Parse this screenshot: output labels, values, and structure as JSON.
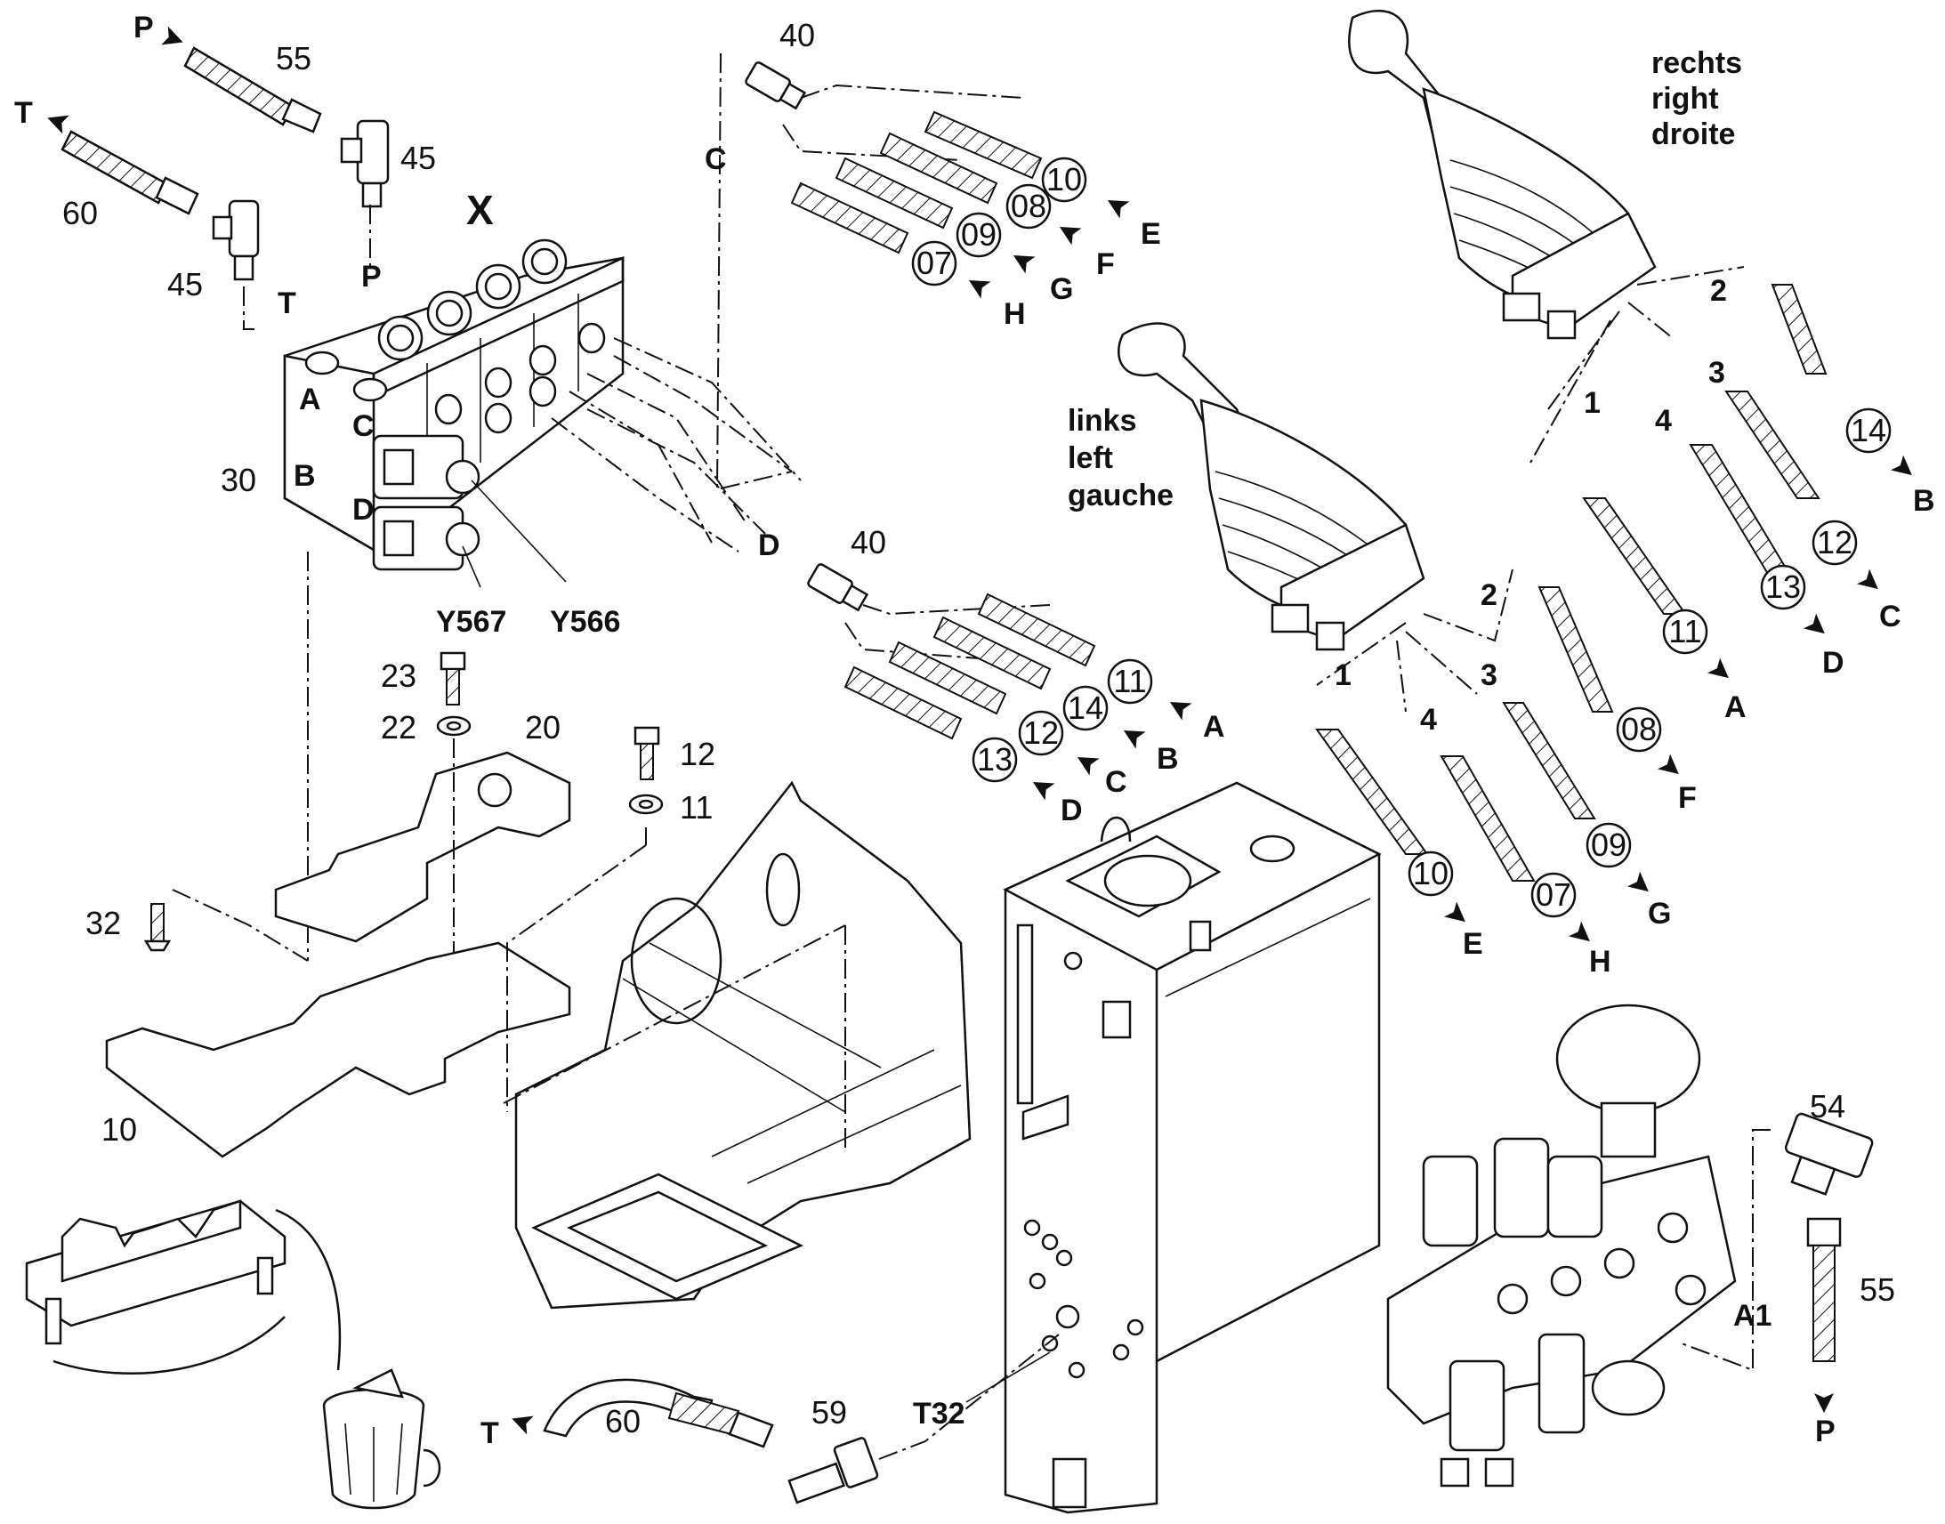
{
  "labels": {
    "X": "X",
    "P_top": "P",
    "T_top": "T",
    "n55_top": "55",
    "n45_a": "45",
    "n45_b": "45",
    "n60_top": "60",
    "T_valve": "T",
    "P_valve": "P",
    "A_port": "A",
    "B_port": "B",
    "C_port": "C",
    "D_port": "D",
    "n30": "30",
    "Y567": "Y567",
    "Y566": "Y566",
    "n40_top": "40",
    "C_line": "C",
    "D_line": "D",
    "n40_mid": "40",
    "n23": "23",
    "n22": "22",
    "n20": "20",
    "n12": "12",
    "n11": "11",
    "n32": "32",
    "n10": "10",
    "T_bottom": "T",
    "n60_bottom": "60",
    "n59": "59",
    "T32": "T32",
    "n54": "54",
    "n55_right": "55",
    "A1": "A1",
    "P_bottom": "P"
  },
  "side_labels": {
    "right": [
      "rechts",
      "right",
      "droite"
    ],
    "left": [
      "links",
      "left",
      "gauche"
    ]
  },
  "hose_circles": {
    "top_group": [
      "10",
      "08",
      "09",
      "07"
    ],
    "top_arrows": [
      "E",
      "F",
      "G",
      "H"
    ],
    "mid_group": [
      "11",
      "14",
      "12",
      "13"
    ],
    "mid_arrows": [
      "A",
      "B",
      "C",
      "D"
    ],
    "right_joystick": [
      "14",
      "12",
      "13",
      "11"
    ],
    "right_arrows": [
      "B",
      "C",
      "D",
      "A"
    ],
    "right_ports": [
      "2",
      "3",
      "1",
      "4"
    ],
    "left_joystick": [
      "08",
      "09",
      "07",
      "10"
    ],
    "left_arrows": [
      "F",
      "G",
      "H",
      "E"
    ],
    "left_ports": [
      "2",
      "3",
      "1",
      "4"
    ]
  },
  "icons": [
    "arrow-icon",
    "trash-bin-icon",
    "circled-number-icon"
  ]
}
